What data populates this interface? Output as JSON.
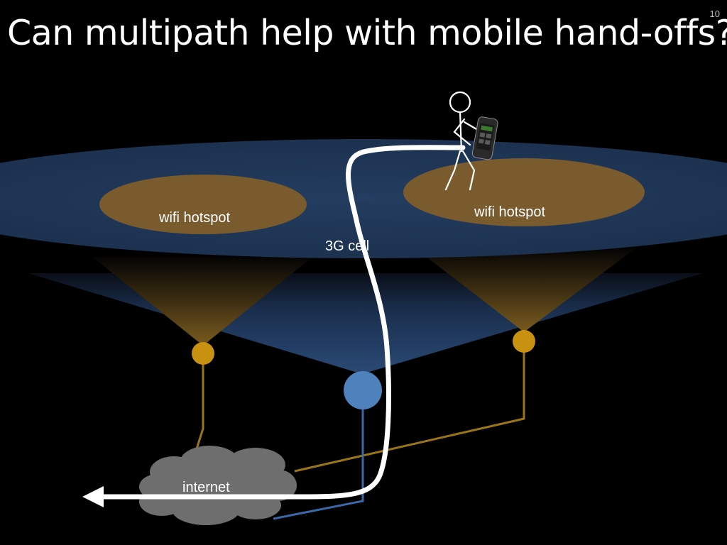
{
  "slide": {
    "title": "Can multipath help with mobile hand-offs?",
    "slide_number": "10"
  },
  "labels": {
    "hotspot_left": "wifi hotspot",
    "hotspot_right": "wifi hotspot",
    "cell": "3G cell",
    "internet": "internet"
  },
  "colors": {
    "background": "#000000",
    "cell_area": "#203756",
    "hotspot_area": "#7a5b2e",
    "hotspot_node": "#c8910f",
    "cell_node": "#4f81bd",
    "path": "#ffffff",
    "cloud": "#6e6e6e"
  },
  "icons": [
    "stick-figure-user-icon",
    "smartphone-icon",
    "cloud-icon",
    "arrow-left-icon"
  ]
}
